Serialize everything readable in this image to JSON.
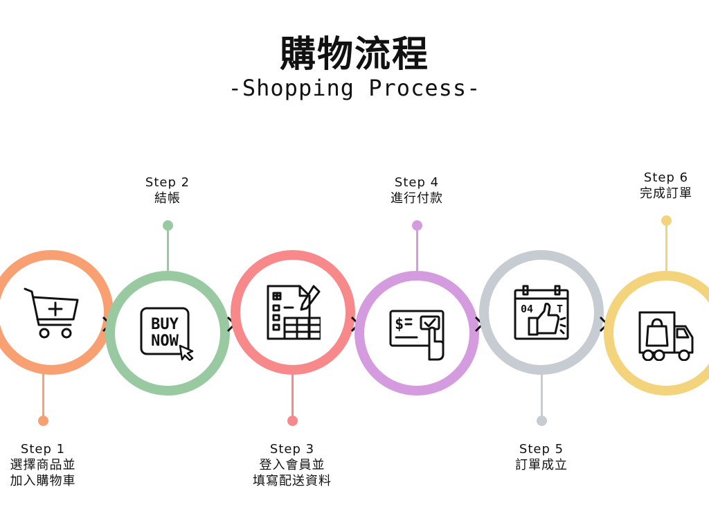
{
  "header": {
    "title": "購物流程",
    "subtitle": "-Shopping Process-"
  },
  "steps": [
    {
      "step": "Step 1",
      "lines": [
        "選擇商品並",
        "加入購物車"
      ],
      "color": "#F9A072",
      "icon": "shopping-cart-icon"
    },
    {
      "step": "Step 2",
      "lines": [
        "結帳"
      ],
      "color": "#99C9A1",
      "icon": "buy-now-icon",
      "icon_text": [
        "BUY",
        "NOW"
      ]
    },
    {
      "step": "Step 3",
      "lines": [
        "登入會員並",
        "填寫配送資料"
      ],
      "color": "#F7898A",
      "icon": "form-checklist-icon"
    },
    {
      "step": "Step 4",
      "lines": [
        "進行付款"
      ],
      "color": "#D49BDE",
      "icon": "payment-screen-icon",
      "icon_text": [
        "$"
      ]
    },
    {
      "step": "Step 5",
      "lines": [
        "訂單成立"
      ],
      "color": "#C7CCD3",
      "icon": "calendar-thumbs-up-icon",
      "icon_text": [
        "04",
        "T"
      ]
    },
    {
      "step": "Step 6",
      "lines": [
        "完成訂單"
      ],
      "color": "#F3D37C",
      "icon": "delivery-truck-icon"
    }
  ]
}
